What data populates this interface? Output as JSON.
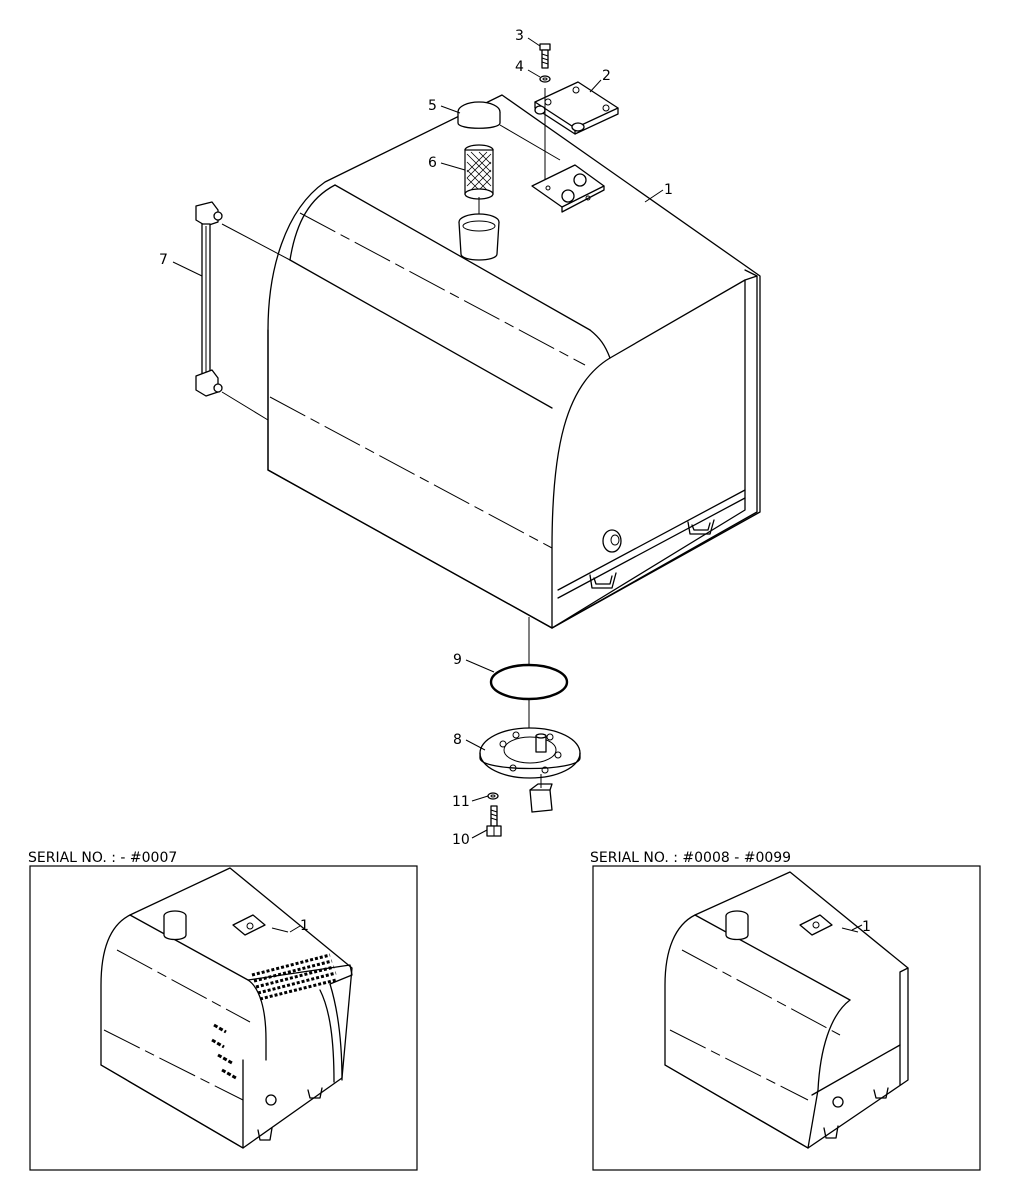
{
  "callouts": {
    "c1": "1",
    "c2": "2",
    "c3": "3",
    "c4": "4",
    "c5": "5",
    "c6": "6",
    "c7": "7",
    "c8": "8",
    "c9": "9",
    "c10": "10",
    "c11": "11"
  },
  "insets": {
    "left": {
      "serial": "SERIAL NO. :  - #0007",
      "callout": "1"
    },
    "right": {
      "serial": "SERIAL NO. : #0008 - #0099",
      "callout": "1"
    }
  }
}
